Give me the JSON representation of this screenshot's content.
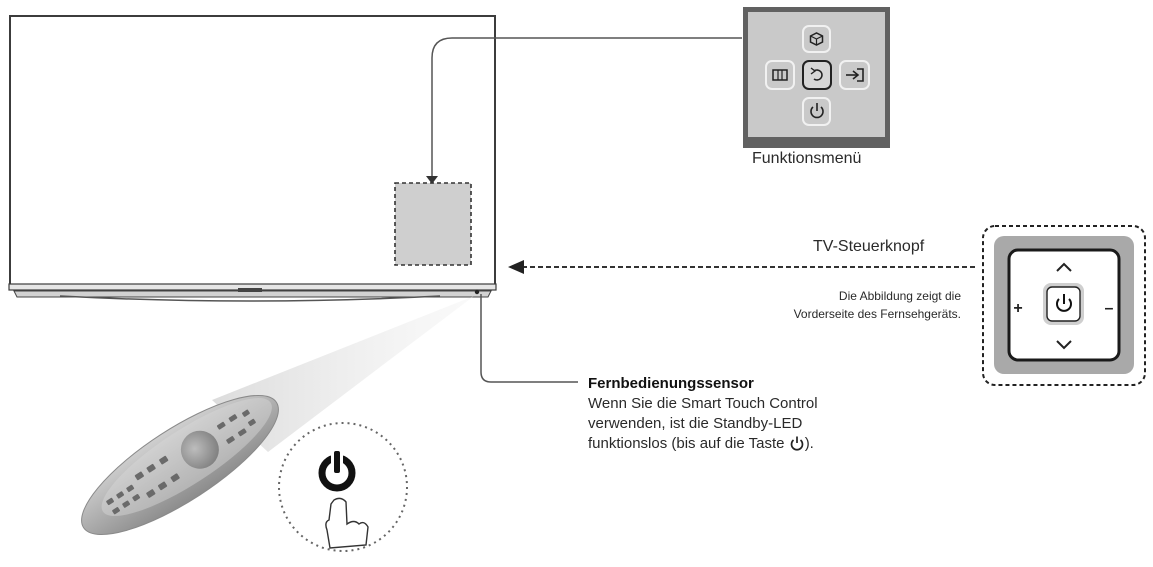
{
  "function_menu": {
    "caption": "Funktionsmenü",
    "icons": [
      "settings-icon",
      "menu-icon",
      "return-icon",
      "input-source-icon",
      "power-icon"
    ]
  },
  "controller": {
    "caption": "TV-Steuerknopf",
    "note_line1": "Die Abbildung zeigt die",
    "note_line2": "Vorderseite des Fernsehgeräts.",
    "plus": "+",
    "minus": "–",
    "icons": [
      "chevron-up-icon",
      "power-icon",
      "chevron-down-icon"
    ]
  },
  "sensor": {
    "title": "Fernbedienungssensor",
    "line1": "Wenn Sie die Smart Touch Control",
    "line2": "verwenden, ist die Standby-LED",
    "line3": "funktionslos (bis auf die Taste",
    "line3_end": ")."
  },
  "colors": {
    "line": "#555555",
    "panel_dark": "#616161",
    "panel_light": "#c9c9c9",
    "controller_ring": "#a9a9a9"
  }
}
